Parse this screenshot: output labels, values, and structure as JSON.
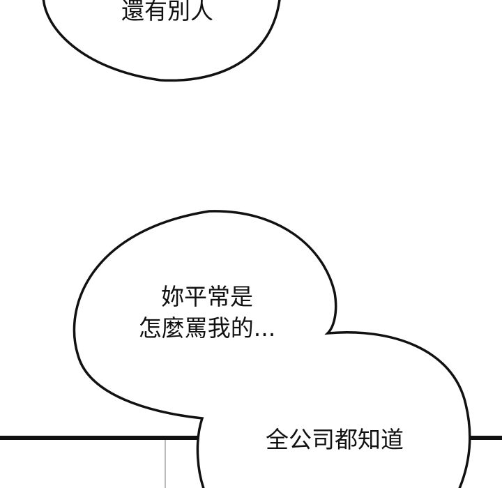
{
  "page": {
    "background": "#ffffff",
    "ink": "#111111",
    "panel_line_color": "#bbbbbb"
  },
  "bubbles": [
    {
      "lines": [
        "還有別人"
      ]
    },
    {
      "lines": [
        "妳平常是",
        "怎麼罵我的..."
      ]
    },
    {
      "lines": [
        "全公司都知道"
      ]
    }
  ]
}
